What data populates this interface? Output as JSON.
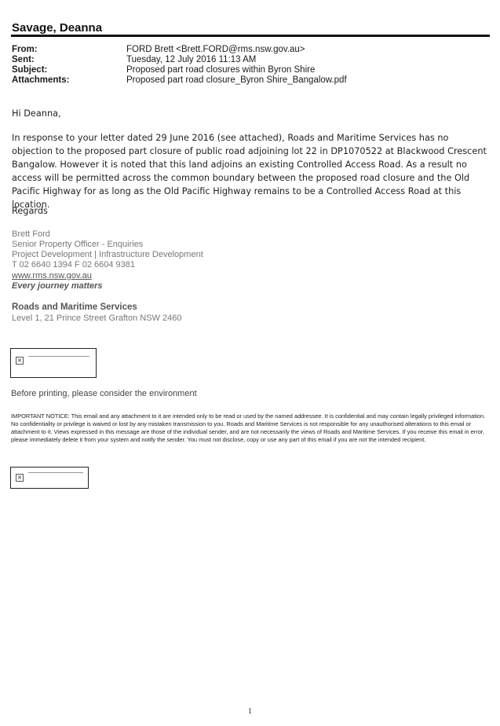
{
  "recipient_name": "Savage, Deanna",
  "header": {
    "from_label": "From:",
    "from_value": "FORD Brett <Brett.FORD@rms.nsw.gov.au>",
    "sent_label": "Sent:",
    "sent_value": "Tuesday, 12 July 2016 11:13 AM",
    "subject_label": "Subject:",
    "subject_value": "Proposed part road closures within Byron Shire",
    "attachments_label": "Attachments:",
    "attachments_value": "Proposed part road closure_Byron Shire_Bangalow.pdf"
  },
  "body": {
    "greeting": "Hi Deanna,",
    "paragraph": "In response to your letter dated 29 June 2016 (see attached), Roads and Maritime Services has no  objection to the proposed part closure of public road adjoining lot 22 in DP1070522 at Blackwood Crescent Bangalow. However it is noted that this land adjoins an existing Controlled Access Road. As a result no access will be permitted across the common boundary between the proposed road closure and the Old Pacific Highway for as long as the Old Pacific Highway remains to be a Controlled Access Road at this location.",
    "regards": "Regards"
  },
  "signature": {
    "name": "Brett Ford",
    "title": "Senior Property Officer - Enquiries",
    "department": "Project Development | Infrastructure Development",
    "phone": "T 02 6640 1394 F 02 6604 9381",
    "website": "www.rms.nsw.gov.au",
    "tagline": "Every journey matters",
    "org": "Roads and Maritime Services",
    "address": "Level 1, 21 Prince Street Grafton NSW 2460"
  },
  "environment_note": "Before printing, please consider the environment",
  "notice": "IMPORTANT NOTICE: This email and any attachment to it are intended only to be read or used by the named addressee. It is confidential and may contain legally privileged information. No confidentiality or privilege is waived or lost by any mistaken transmission to you. Roads and Maritime Services is not responsible for any unauthorised alterations to this email or attachment to it. Views expressed in this message are those of the individual sender, and are not necessarily the views of Roads and Maritime Services. If you receive this email in error, please immediately delete it from your system and notify the sender. You must not disclose, copy or use any part of this email if you are not the intended recipient.",
  "placeholder_icon": "broken-image-icon",
  "page_number": "1"
}
